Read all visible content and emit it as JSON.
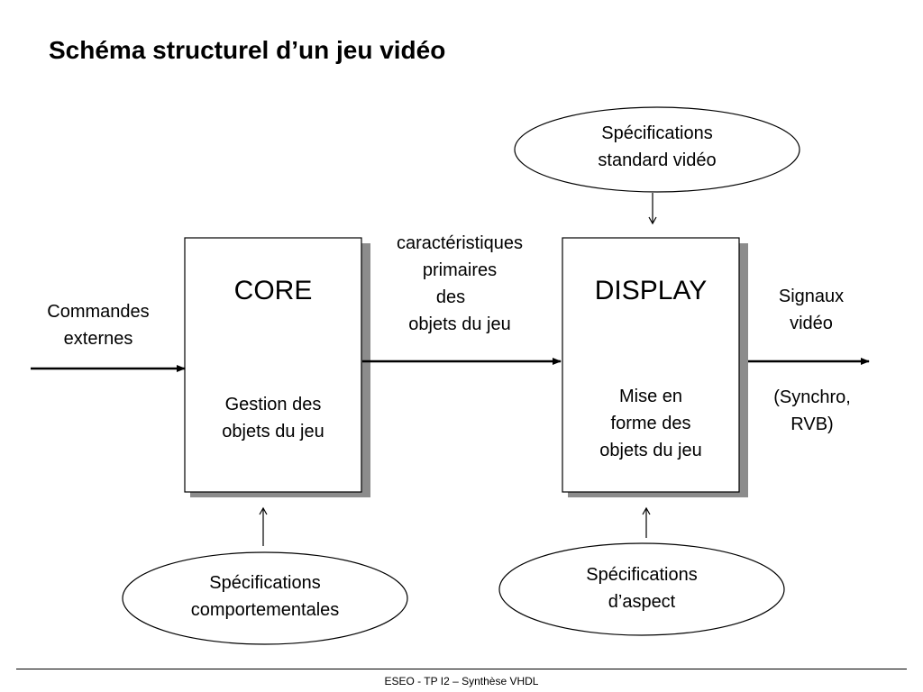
{
  "title": "Schéma structurel d’un jeu vidéo",
  "blocks": {
    "core": {
      "name": "CORE",
      "desc_line1": "Gestion des",
      "desc_line2": "objets du jeu"
    },
    "display": {
      "name": "DISPLAY",
      "desc_line1": "Mise en",
      "desc_line2": "forme des",
      "desc_line3": "objets du jeu"
    }
  },
  "ellipses": {
    "video_standard": {
      "line1": "Spécifications",
      "line2": "standard vidéo"
    },
    "behavioral": {
      "line1": "Spécifications",
      "line2": "comportementales"
    },
    "appearance": {
      "line1": "Spécifications",
      "line2": "d’aspect"
    }
  },
  "labels": {
    "external_commands": {
      "line1": "Commandes",
      "line2": "externes"
    },
    "primary_characteristics": {
      "line1": "caractéristiques",
      "line2": "primaires",
      "line3": "des",
      "line4": "objets du jeu"
    },
    "video_signals": {
      "line1": "Signaux",
      "line2": "vidéo"
    },
    "sync_rgb": {
      "line1": "(Synchro,",
      "line2": "RVB)"
    }
  },
  "footer": "ESEO - TP I2 – Synthèse VHDL"
}
